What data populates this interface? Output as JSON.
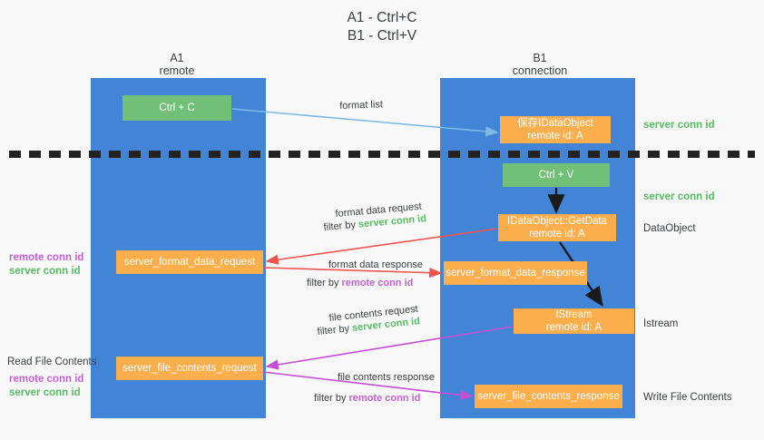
{
  "title": "A1 - Ctrl+C\nB1 - Ctrl+V",
  "lanes": {
    "left": {
      "name": "A1",
      "sub": "remote",
      "header": "A1\nremote",
      "color": "#4285d6"
    },
    "right": {
      "name": "B1",
      "sub": "connection",
      "header": "B1\nconnection",
      "color": "#4285d6"
    }
  },
  "boxes": {
    "ctrl_c": {
      "label": "Ctrl + C",
      "color": "#72c077"
    },
    "idataobject": {
      "label": "保存IDataObject\nremote id: A",
      "color": "#fbae4b"
    },
    "ctrl_v": {
      "label": "Ctrl + V",
      "color": "#72c077"
    },
    "getdata": {
      "label": "IDataObject::GetData\nremote id: A",
      "color": "#fbae4b"
    },
    "format_data_request": {
      "label": "server_format_data_request",
      "color": "#fbae4b"
    },
    "format_data_response": {
      "label": "server_format_data_response",
      "color": "#fbae4b"
    },
    "istream": {
      "label": "IStream\nremote id: A",
      "color": "#fbae4b"
    },
    "file_contents_request": {
      "label": "server_file_contents_request",
      "color": "#fbae4b"
    },
    "file_contents_response": {
      "label": "server_file_contents_response",
      "color": "#fbae4b"
    }
  },
  "annotations": {
    "server_conn_id_top": "server conn id",
    "server_conn_id_mid": "server conn id",
    "dataobject": "DataObject",
    "istream": "Istream",
    "write_file_contents": "Write File Contents",
    "read_file_contents": "Read File Contents",
    "remote_conn_id": "remote conn id",
    "server_conn_id": "server conn id"
  },
  "arrow_labels": {
    "format_list": "format list",
    "format_data_request": "format data request",
    "format_data_request_filter_prefix": "filter by ",
    "format_data_request_filter_key": "server conn id",
    "format_data_response": "format data response",
    "format_data_response_filter_prefix": "filter by ",
    "format_data_response_filter_key": "remote conn id",
    "file_contents_request": "file contents request",
    "file_contents_request_filter_prefix": "filter by ",
    "file_contents_request_filter_key": "server conn id",
    "file_contents_response": "file contents response",
    "file_contents_response_filter_prefix": "filter by ",
    "file_contents_response_filter_key": "remote conn id"
  },
  "colors": {
    "lane": "#4285d6",
    "green_box": "#72c077",
    "orange_box": "#fbae4b",
    "green_text": "#57bb63",
    "purple_text": "#c35fd6",
    "red_arrow": "#ef5350",
    "blue_arrow": "#7cb9e8",
    "magenta_arrow": "#c44ed4",
    "black_arrow": "#1a1a1a",
    "background": "#f8f8f8"
  }
}
